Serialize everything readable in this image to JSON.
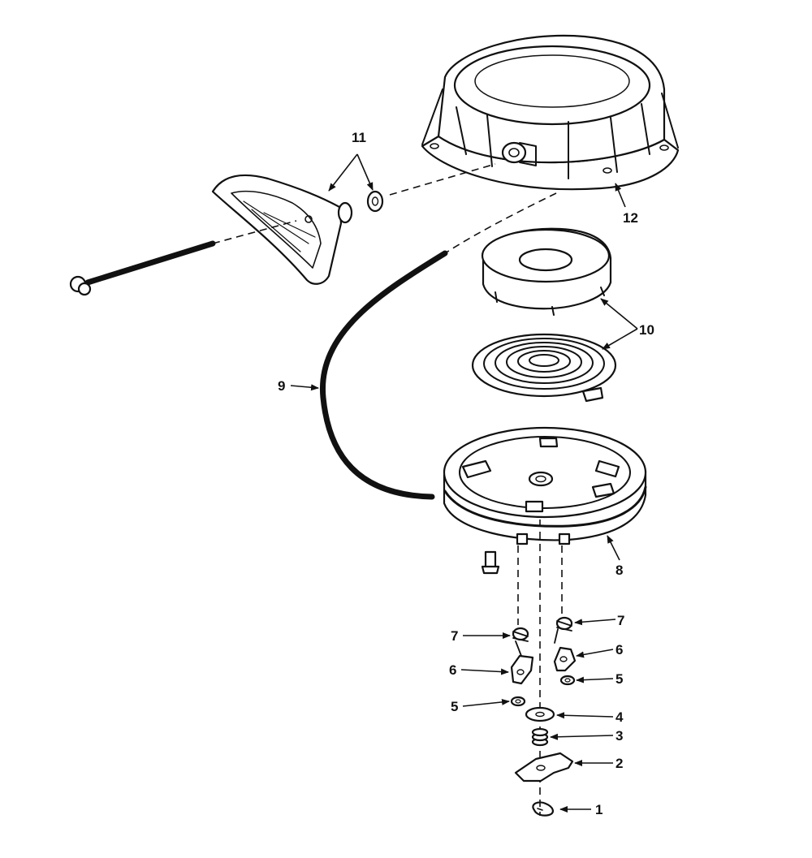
{
  "callouts": {
    "c1": "1",
    "c2": "2",
    "c3": "3",
    "c4": "4",
    "c5a": "5",
    "c5b": "5",
    "c6a": "6",
    "c6b": "6",
    "c7a": "7",
    "c7b": "7",
    "c8": "8",
    "c9": "9",
    "c10": "10",
    "c11": "11",
    "c12": "12"
  },
  "colors": {
    "ink": "#111111",
    "paper": "#ffffff"
  }
}
